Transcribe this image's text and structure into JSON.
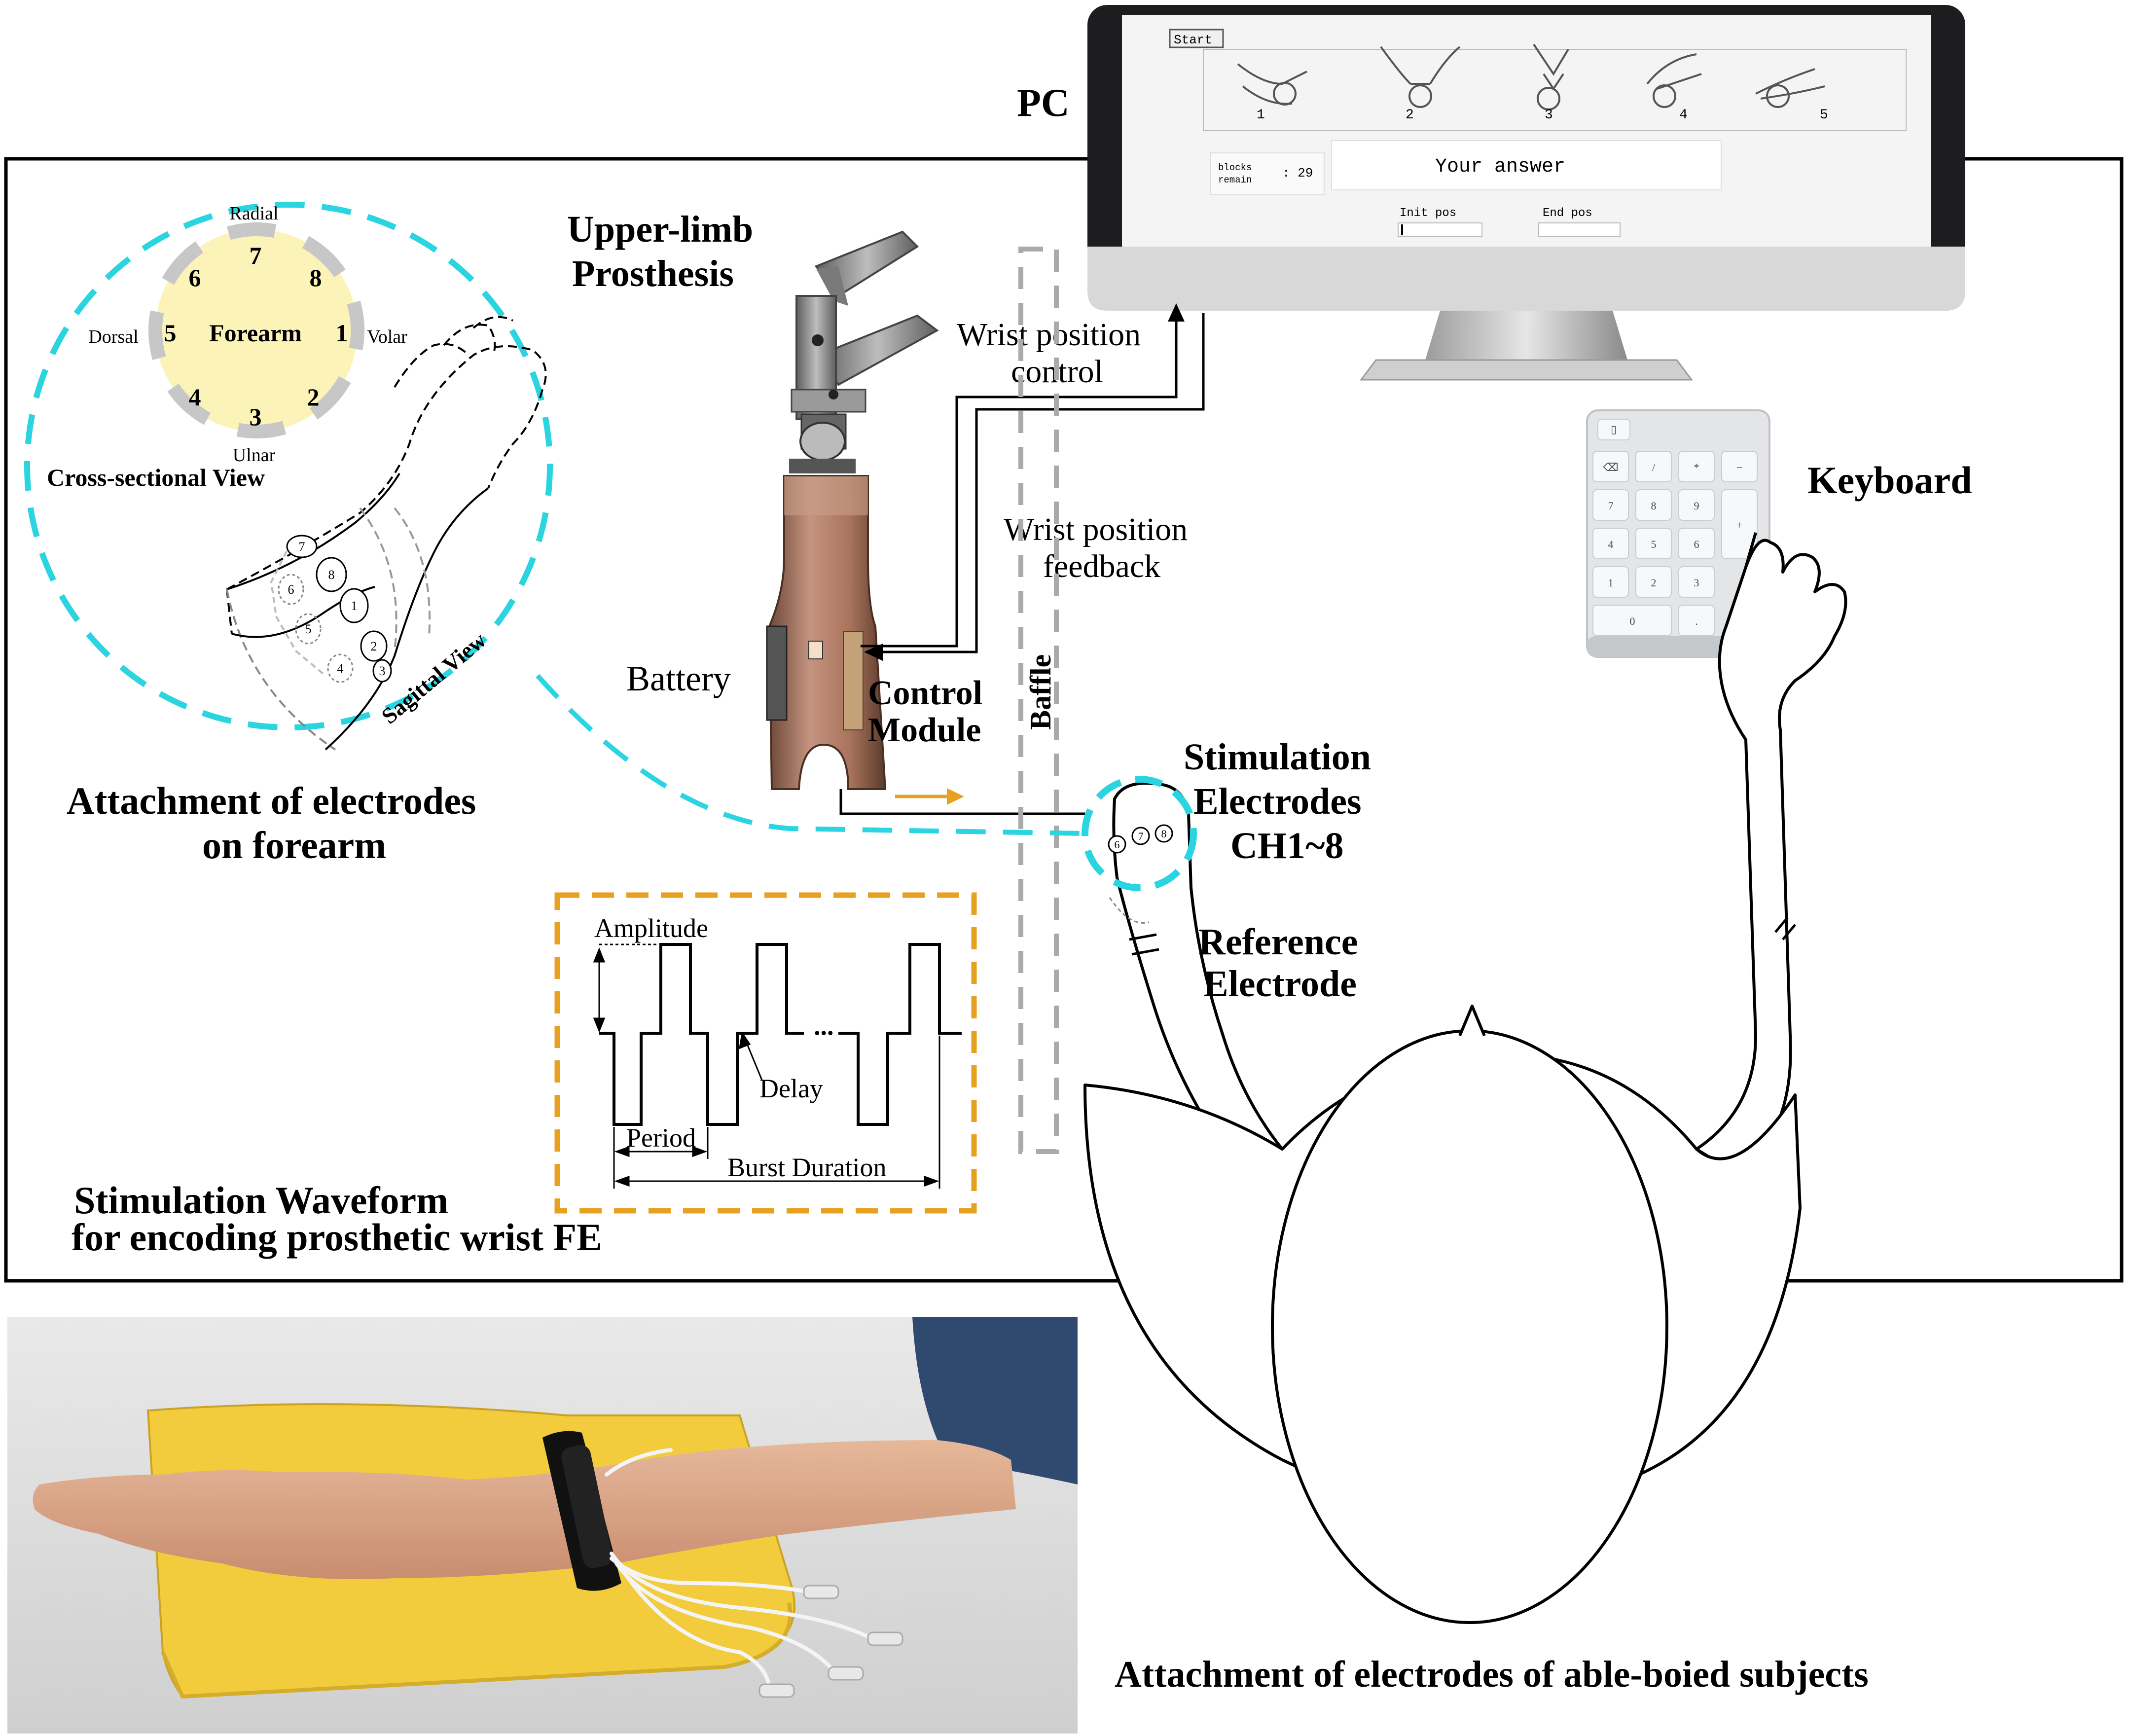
{
  "labels": {
    "pc": "PC",
    "upper_limb_line1": "Upper-limb",
    "upper_limb_line2": "Prosthesis",
    "keyboard": "Keyboard",
    "wrist_control_line1": "Wrist position",
    "wrist_control_line2": "control",
    "wrist_feedback_line1": "Wrist position",
    "wrist_feedback_line2": "feedback",
    "battery": "Battery",
    "control_module_line1": "Control",
    "control_module_line2": "Module",
    "baffle": "Baffle",
    "stim_electrodes_line1": "Stimulation",
    "stim_electrodes_line2": "Electrodes",
    "stim_electrodes_line3": "CH1~8",
    "reference_line1": "Reference",
    "reference_line2": "Electrode",
    "attach_forearm_line1": "Attachment of electrodes",
    "attach_forearm_line2": "on forearm",
    "waveform_line1": "Stimulation Waveform",
    "waveform_line2": "for encoding prosthetic wrist FE",
    "able_bodied": "Attachment of electrodes of able-boied subjects",
    "radial": "Radial",
    "dorsal": "Dorsal",
    "volar": "Volar",
    "ulnar": "Ulnar",
    "forearm": "Forearm",
    "cross_sectional": "Cross-sectional View",
    "sagittal": "Sagittal View",
    "amplitude": "Amplitude",
    "delay": "Delay",
    "period": "Period",
    "burst_duration": "Burst Duration",
    "ellipsis": "..."
  },
  "cross_section_numbers": [
    "7",
    "8",
    "1",
    "2",
    "3",
    "4",
    "5",
    "6"
  ],
  "sagittal_numbers": [
    "7",
    "8",
    "1",
    "2",
    "3",
    "6",
    "5",
    "4"
  ],
  "arm_electrode_numbers": [
    "6",
    "7",
    "8"
  ],
  "screen": {
    "start_button": "Start",
    "hand_numbers": [
      "1",
      "2",
      "3",
      "4",
      "5"
    ],
    "blocks_remain_line1": "blocks",
    "blocks_remain_line2": "remain",
    "blocks_count": ": 29",
    "your_answer": "Your answer",
    "init_pos": "Init pos",
    "end_pos": "End pos"
  },
  "keypad": {
    "row0": [
      "▯"
    ],
    "row1": [
      "⌫",
      "/",
      "*",
      "−"
    ],
    "row2": [
      "7",
      "8",
      "9"
    ],
    "row3": [
      "4",
      "5",
      "6"
    ],
    "row4": [
      "1",
      "2",
      "3"
    ],
    "row5": [
      "0",
      "."
    ],
    "plus": "+"
  },
  "colors": {
    "cyan": "#2ad4e0",
    "orange": "#e8a020",
    "cream": "#fbf3b8",
    "prosthesis": "#b07d64",
    "prosthesis_dark": "#6e4a38",
    "metal": "#8c8c8c",
    "foam": "#f2cc3c"
  }
}
